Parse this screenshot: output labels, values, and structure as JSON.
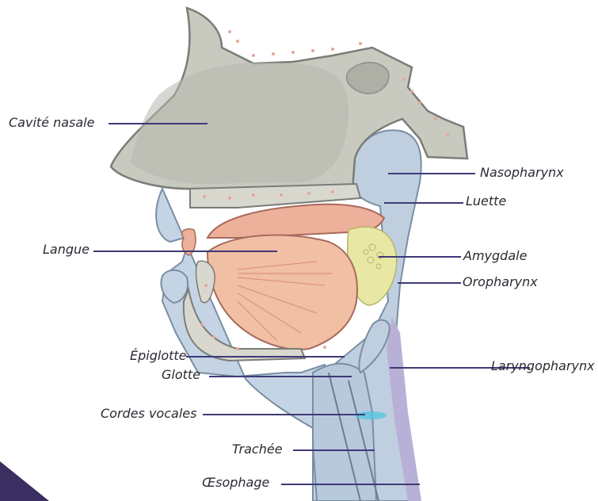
{
  "colors": {
    "bone": "#c8c9bf",
    "bone_outline": "#7a7c77",
    "marrow_dots": "#e7a69a",
    "pharynx": "#bfcfe0",
    "palate_tongue_pink": "#ecb09b",
    "tongue_muscle": "#f1bfa3",
    "tonsil": "#e8e7a4",
    "laryngopharynx": "#b9b0d8",
    "vocal_cords": "#55c5e0",
    "leader_line": "#3d3a78",
    "corner_accent": "#3b2e60"
  },
  "labels": {
    "cavite_nasale": "Cavité nasale",
    "langue": "Langue",
    "epiglotte": "Épiglotte",
    "glotte": "Glotte",
    "cordes_vocales": "Cordes vocales",
    "trachee": "Trachée",
    "oesophage": "Œsophage",
    "nasopharynx": "Nasopharynx",
    "luette": "Luette",
    "amygdale": "Amygdale",
    "oropharynx": "Oropharynx",
    "laryngopharynx": "Laryngopharynx"
  }
}
